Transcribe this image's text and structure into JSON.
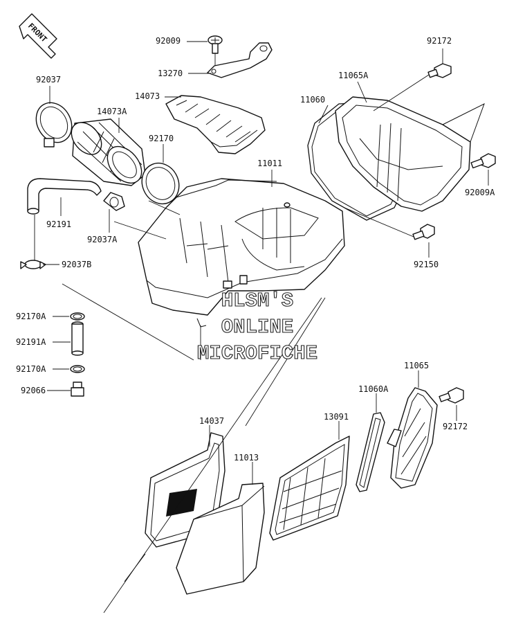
{
  "labels": {
    "p92009": "92009",
    "p13270": "13270",
    "p92037": "92037",
    "p14073": "14073",
    "p14073A": "14073A",
    "p92170": "92170",
    "p11011": "11011",
    "p11060": "11060",
    "p11065A": "11065A",
    "p92172_top": "92172",
    "p92009A": "92009A",
    "p92150": "92150",
    "p92191": "92191",
    "p92037A": "92037A",
    "p92037B": "92037B",
    "p92170A_1": "92170A",
    "p92191A": "92191A",
    "p92170A_2": "92170A",
    "p92066": "92066",
    "p14037": "14037",
    "p11013": "11013",
    "p13091": "13091",
    "p11060A": "11060A",
    "p11065": "11065",
    "p92172_bottom": "92172"
  },
  "front_arrow": {
    "text": "FRONT"
  },
  "watermark": {
    "line1": "HLSM'S",
    "line2": "ONLINE",
    "line3": "MICROFICHE"
  }
}
